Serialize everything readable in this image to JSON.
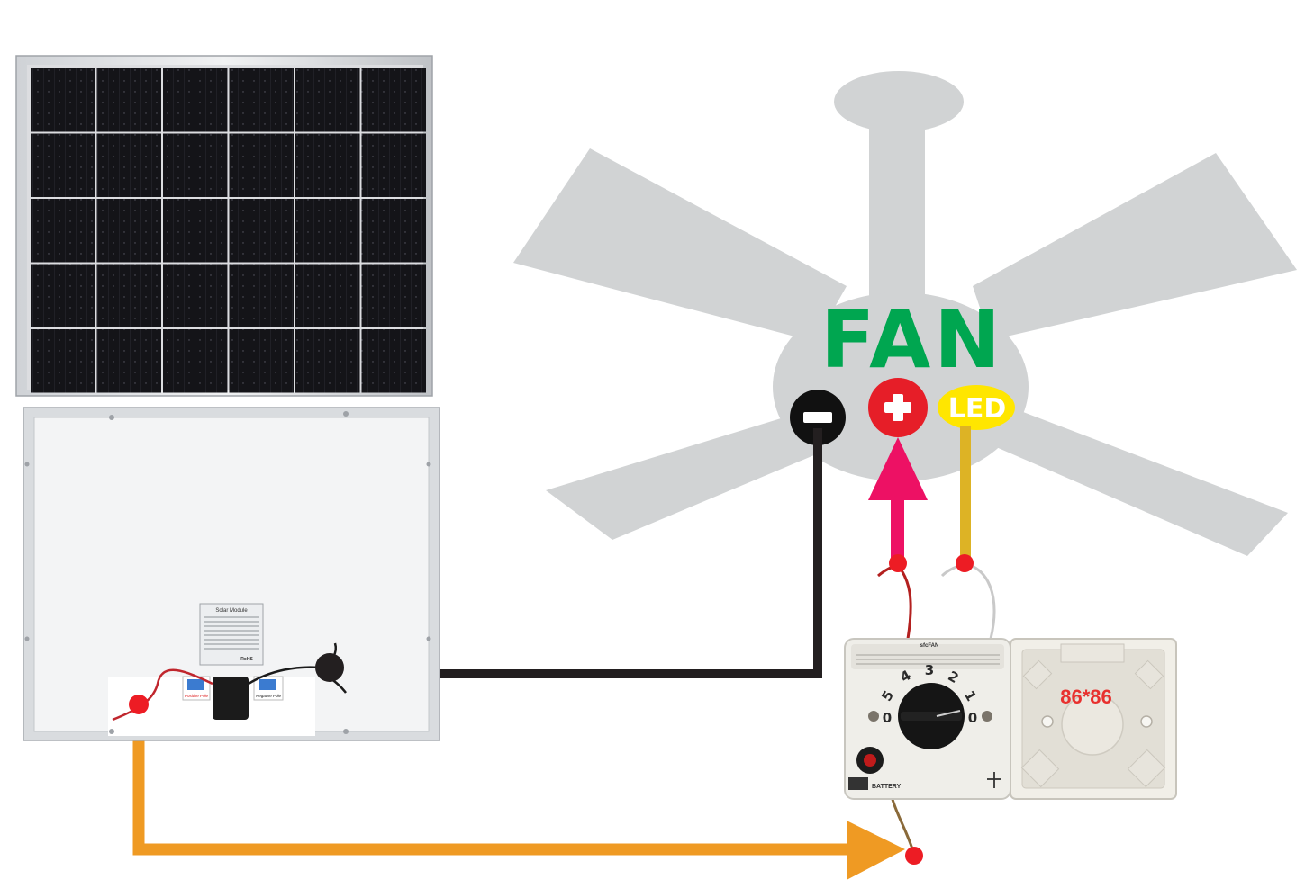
{
  "fan": {
    "label": "FAN",
    "label_color": "#00a650",
    "body_color": "#d1d3d4"
  },
  "terminals": {
    "negative": {
      "symbol": "minus-icon",
      "color": "#111111"
    },
    "positive": {
      "symbol": "plus-icon",
      "color": "#e61e28"
    },
    "led": {
      "label": "LED",
      "color": "#ffe600",
      "text_color": "#ffffff"
    }
  },
  "wires": {
    "negative_color": "#231f20",
    "positive_color": "#ed1164",
    "led_color": "#ddb325",
    "battery_color": "#ef9a23",
    "junction_color": "#ed1c24"
  },
  "solar_panel": {
    "label_title": "Solar Module",
    "positive_tag": "Positive Pole",
    "negative_tag": "Negative Pole",
    "rohs": "RoHS"
  },
  "controller": {
    "brand": "sfcFAN",
    "speed_marks": [
      "5",
      "4",
      "3",
      "2",
      "1",
      "0",
      "0"
    ],
    "battery_label": "BATTERY",
    "fan_icon": "fan-icon"
  },
  "box": {
    "label": "86*86",
    "label_color": "#e8312f"
  }
}
